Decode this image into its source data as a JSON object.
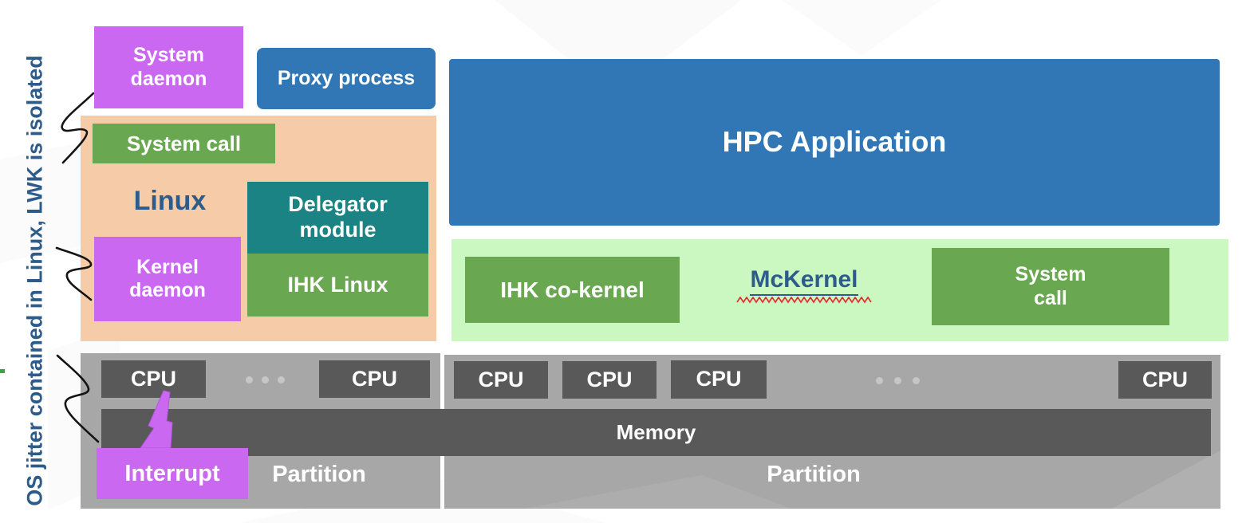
{
  "side_note": {
    "text": "OS jitter contained in Linux, LWK is isolated",
    "color": "#2E5C8A"
  },
  "linux_side": {
    "title": "Linux",
    "system_daemon": "System daemon",
    "proxy_process": "Proxy process",
    "system_call": "System call",
    "delegator_module": "Delegator module",
    "ihk_linux": "IHK Linux",
    "kernel_daemon": "Kernel daemon"
  },
  "mckernel_side": {
    "hpc_application": "HPC Application",
    "ihk_co_kernel": "IHK co-kernel",
    "kernel_name": "McKernel",
    "system_call": "System call"
  },
  "hardware": {
    "cpu": "CPU",
    "memory": "Memory",
    "partition_left": "Partition",
    "partition_right": "Partition",
    "interrupt": "Interrupt"
  },
  "colors": {
    "purple": "#CB68F1",
    "blue": "#3176B5",
    "peach": "#F5CBA8",
    "green": "#6AA751",
    "teal": "#1B8383",
    "light_green": "#CBF8C1",
    "gray": "#A7A7A7",
    "dark_gray": "#595959",
    "accent_text_blue": "#2E5C8A",
    "connector_black": "#141414",
    "squiggle_red": "#E03030"
  }
}
